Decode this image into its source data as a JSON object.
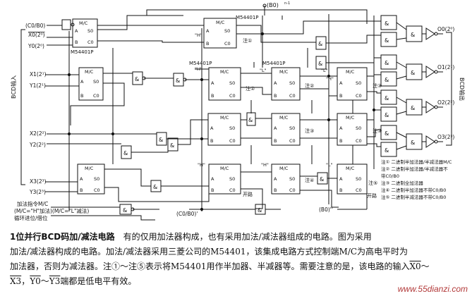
{
  "labels": {
    "top_pin": "(B0)",
    "top_pin_sup": "n-1",
    "chip_top": "M54401P",
    "chip_left": "M54401P",
    "chip_mid_a": "M54401P",
    "chip_mid_b": "M54401P",
    "c0b0_in": "(C0/B0)",
    "c0b0_mid": "(C0/B0)'",
    "b0_bottom": "(B0)''",
    "x0": "X0(2⁰)",
    "y0": "Y0(2⁰)",
    "x1": "X1(2¹)",
    "y1": "Y1(2¹)",
    "x2": "X2(2²)",
    "y2": "Y2(2²)",
    "x3": "X3(2³)",
    "y3": "Y3(2³)",
    "bcd_in": "BCD输入",
    "bcd_out": "BCD输出",
    "o0": "O0(2⁰)",
    "o1": "O1(2¹)",
    "o2": "O2(2²)",
    "o3": "O3(2³)",
    "ctrl1": "加法指令M/C",
    "ctrl2": "(M/C=\"H\"加法)(M/C=\"L\"减法)",
    "ctrl3": "循环进位/借位",
    "note1": "注①",
    "note2": "注②",
    "note3": "注③",
    "note4": "注④",
    "note5": "注⑤",
    "note_kaiju": "开路",
    "H": "\"H\"",
    "L": "\"L\"",
    "pin_mc": "M/C",
    "pin_a": "A",
    "pin_b": "B",
    "pin_s0": "S0",
    "pin_c0": "C0",
    "amp": "&"
  },
  "notes": [
    "注① 二进制半加法器/半减法器M/C",
    "注② 二进制半加法器/半减法器不",
    "带C0/B0",
    "注③ 二进制全加法器",
    "注④ 二进制半加法器不带C0/B0",
    "注⑤ 二进制半减法器不带C0/B0"
  ],
  "caption": {
    "title": "1位并行BCD码加/减法电路",
    "p1": "有的仅用加法器构成，也有采用加法/减法器组成的电路。图为采用",
    "p2": "加法/减法器构成的电路。加法/减法器采用三菱公司的M54401，该集成电路方式控制端M/C为高电平时为",
    "p3": "加法器，否则为减法器。注①～注⑤表示将M54401用作半加器、半减器等。需要注意的是，该电路的输入",
    "x0": "X0",
    "tilde": "～",
    "x3": "X3",
    "comma": "，",
    "y0": "Y0",
    "y3": "Y3",
    "tail": "端都是低电平有效。"
  },
  "watermark": "www.55dianzi.com"
}
